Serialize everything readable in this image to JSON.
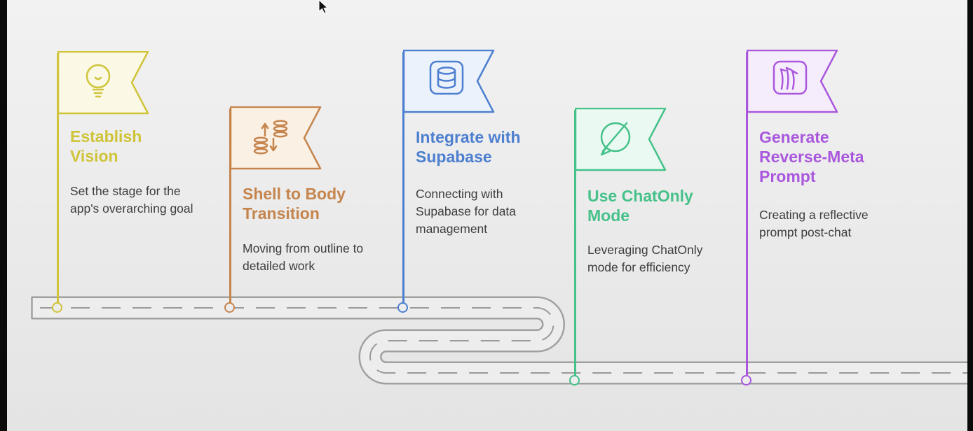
{
  "page": {
    "background_top": "#f2f2f2",
    "background_bottom": "#e4e4e4",
    "road_edge_color": "#a0a0a0",
    "road_surface_color": "#ededed",
    "road_dash_color": "#9a9a9a",
    "text_color": "#3d3d3d"
  },
  "milestones": [
    {
      "id": "establish-vision",
      "title": "Establish Vision",
      "description": "Set the stage for the app's overarching goal",
      "icon": "lightbulb-icon",
      "color": "#cfc43a",
      "tint": "#fbf9e5"
    },
    {
      "id": "shell-to-body-transition",
      "title": "Shell to Body Transition",
      "description": "Moving from outline to detailed work",
      "icon": "transfer-stacks-icon",
      "color": "#c5854d",
      "tint": "#faf0e4"
    },
    {
      "id": "integrate-with-supabase",
      "title": "Integrate with Supabase",
      "description": "Connecting with Supabase for data management",
      "icon": "database-icon",
      "color": "#4d7fd0",
      "tint": "#ecf2fb"
    },
    {
      "id": "use-chatonly-mode",
      "title": "Use ChatOnly Mode",
      "description": "Leveraging ChatOnly mode for efficiency",
      "icon": "chat-disabled-icon",
      "color": "#45c189",
      "tint": "#eafaf2"
    },
    {
      "id": "generate-reverse-meta-prompt",
      "title": "Generate Reverse-Meta Prompt",
      "description": "Creating a reflective prompt post-chat",
      "icon": "whiteboard-icon",
      "color": "#a958dd",
      "tint": "#f6edfc"
    }
  ]
}
